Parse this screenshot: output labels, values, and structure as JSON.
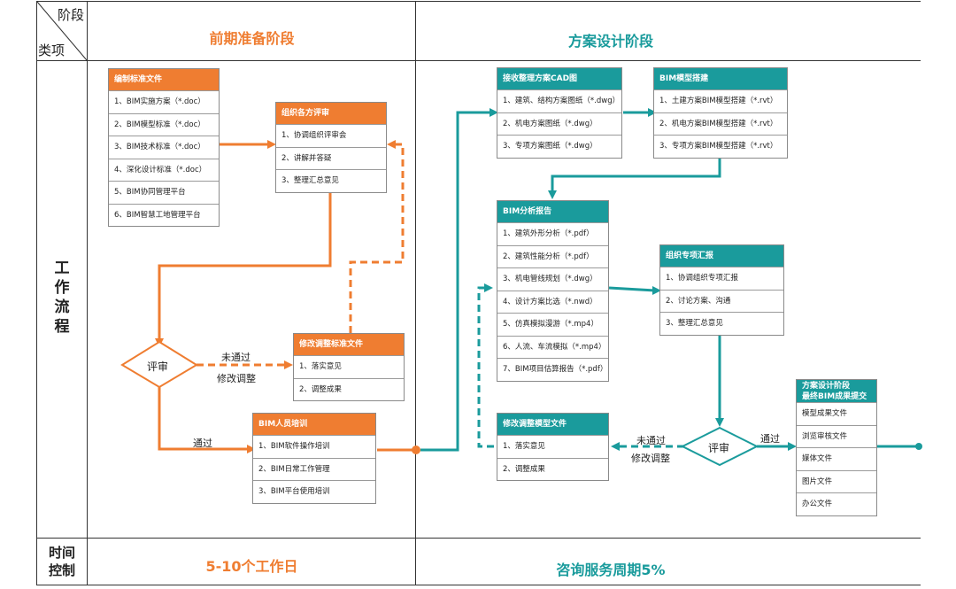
{
  "header": {
    "phase_label": "阶段",
    "item_label": "类项",
    "col1_title": "前期准备阶段",
    "col2_title": "方案设计阶段"
  },
  "rows": {
    "workflow_label": [
      "工",
      "作",
      "流",
      "程"
    ],
    "time_label": [
      "时间",
      "控制"
    ],
    "time_col1": "5-10个工作日",
    "time_col2": "咨询服务周期5%"
  },
  "colors": {
    "orange": "#ef7d31",
    "teal": "#1a9b9c"
  },
  "boxes": {
    "standards": {
      "title": "编制标准文件",
      "items": [
        "1、BIM实施方案（*.doc）",
        "2、BIM模型标准（*.doc）",
        "3、BIM技术标准（*.doc）",
        "4、深化设计标准（*.doc）",
        "5、BIM协同管理平台",
        "6、BIM智慧工地管理平台"
      ]
    },
    "review_org": {
      "title": "组织各方评审",
      "items": [
        "1、协调组织评审会",
        "2、讲解并答疑",
        "3、整理汇总意见"
      ]
    },
    "revise_std": {
      "title": "修改调整标准文件",
      "items": [
        "1、落实意见",
        "2、调整成果"
      ]
    },
    "training": {
      "title": "BIM人员培训",
      "items": [
        "1、BIM软件操作培训",
        "2、BIM日常工作管理",
        "3、BIM平台使用培训"
      ]
    },
    "cad": {
      "title": "接收整理方案CAD图",
      "items": [
        "1、建筑、结构方案图纸（*.dwg）",
        "2、机电方案图纸（*.dwg）",
        "3、专项方案图纸（*.dwg）"
      ]
    },
    "model": {
      "title": "BIM模型搭建",
      "items": [
        "1、土建方案BIM模型搭建（*.rvt）",
        "2、机电方案BIM模型搭建（*.rvt）",
        "3、专项方案BIM模型搭建（*.rvt）"
      ]
    },
    "analysis": {
      "title": "BIM分析报告",
      "items": [
        "1、建筑外形分析（*.pdf）",
        "2、建筑性能分析（*.pdf）",
        "3、机电管线规划（*.dwg）",
        "4、设计方案比选（*.nwd）",
        "5、仿真模拟漫游（*.mp4）",
        "6、人流、车流模拟（*.mp4）",
        "7、BIM项目估算报告（*.pdf）"
      ]
    },
    "report": {
      "title": "组织专项汇报",
      "items": [
        "1、协调组织专项汇报",
        "2、讨论方案、沟通",
        "3、整理汇总意见"
      ]
    },
    "revise_model": {
      "title": "修改调整模型文件",
      "items": [
        "1、落实意见",
        "2、调整成果"
      ]
    },
    "deliverables": {
      "title": [
        "方案设计阶段",
        "最终BIM成果提交"
      ],
      "items": [
        "模型成果文件",
        "浏览审核文件",
        "媒体文件",
        "图片文件",
        "办公文件"
      ]
    }
  },
  "decisions": {
    "review1": "评审",
    "review2": "评审"
  },
  "edge_labels": {
    "fail1": "未通过",
    "adjust1": "修改调整",
    "pass1": "通过",
    "fail2": "未通过",
    "adjust2": "修改调整",
    "pass2": "通过"
  }
}
